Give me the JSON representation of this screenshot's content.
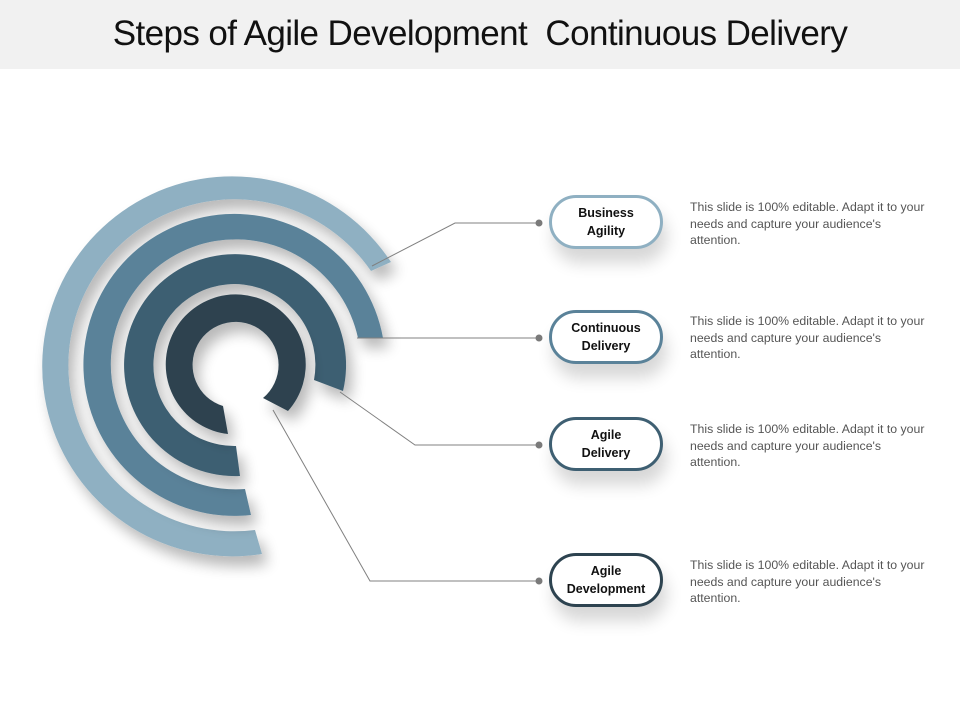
{
  "slide": {
    "title": "Steps of Agile Development  Continuous Delivery",
    "colors": {
      "title_bar_bg": "#f1f1f1",
      "ring_1": "#8fb0c2",
      "ring_2": "#5a8299",
      "ring_3": "#3e5f72",
      "ring_4": "#2d4350",
      "connector": "#808080"
    }
  },
  "steps": [
    {
      "label": "Business\nAgility",
      "description": "This slide is 100% editable. Adapt it to your needs and capture your audience's attention.",
      "color": "#8fb0c2"
    },
    {
      "label": "Continuous\nDelivery",
      "description": "This slide is 100% editable. Adapt it to your needs and capture your audience's attention.",
      "color": "#5a8299"
    },
    {
      "label": "Agile\nDelivery",
      "description": "This slide is 100% editable. Adapt it to your needs and capture your audience's attention.",
      "color": "#3e5f72"
    },
    {
      "label": "Agile\nDevelopment",
      "description": "This slide is 100% editable. Adapt it to your needs and capture your audience's attention.",
      "color": "#2d4350"
    }
  ]
}
